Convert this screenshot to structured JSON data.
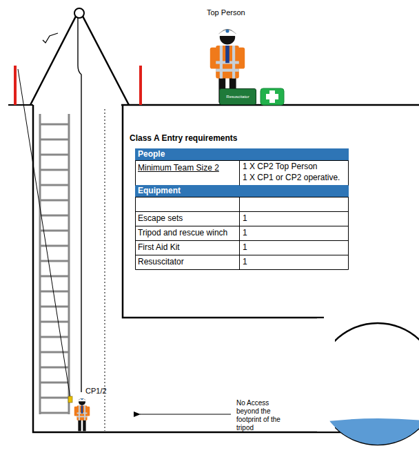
{
  "diagram": {
    "nodes": [
      {
        "text": [
          "Resuscitator"
        ]
      }
    ],
    "labels": [
      "Top Person",
      "Class A Entry requirements",
      "People",
      "Minimum Team Size 2",
      "1 X CP2 Top Person",
      "1 X CP1 or CP2 operative.",
      "Equipment",
      "Escape sets",
      "1",
      "Tripod and rescue winch",
      "1",
      "First Aid Kit",
      "1",
      "Resuscitator",
      "1",
      "CP1/2",
      "No Access beyond the footprint of the tripod"
    ]
  }
}
